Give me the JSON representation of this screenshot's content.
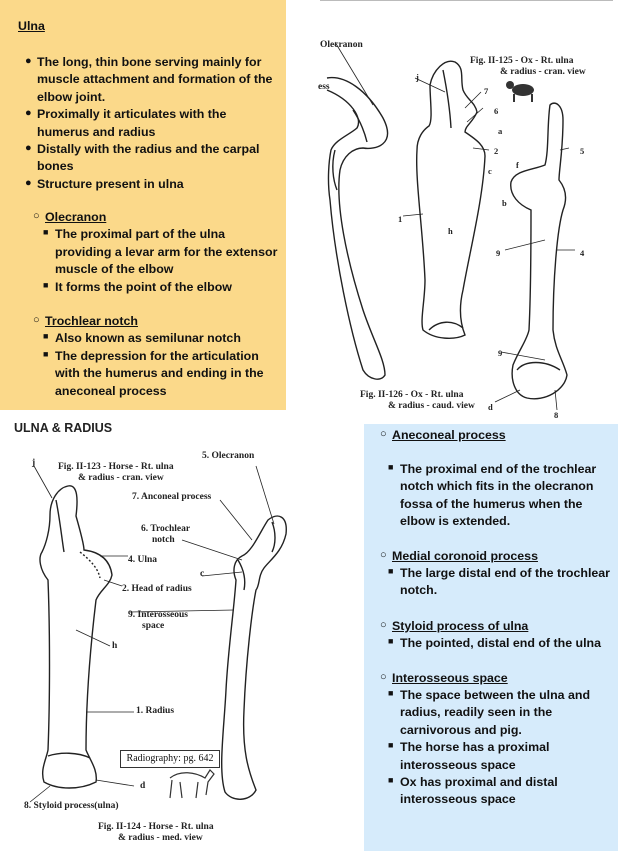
{
  "left_panel": {
    "title": "Ulna",
    "bullets": [
      [
        "The long, thin bone serving mainly for",
        "muscle attachment and formation of the",
        "elbow joint."
      ],
      [
        "Proximally it articulates with the",
        "humerus and radius"
      ],
      [
        "Distally with the radius and the carpal",
        "bones"
      ],
      [
        "Structure present in ulna"
      ]
    ],
    "olecranon": {
      "heading": "Olecranon",
      "items": [
        [
          "The proximal part of the ulna",
          "providing a levar arm for the extensor",
          "muscle of the elbow"
        ],
        [
          "It forms the point of the elbow"
        ]
      ]
    },
    "trochlear": {
      "heading": "Trochlear notch",
      "items": [
        [
          "Also known as semilunar notch"
        ],
        [
          "The depression for the articulation",
          "with the humerus and ending in the",
          "aneconeal process"
        ]
      ]
    }
  },
  "right_panel": {
    "sections": [
      {
        "heading": "Aneconeal process",
        "items": [
          [
            "The proximal end of the trochlear",
            "notch which fits in the olecranon",
            "fossa of the humerus when the",
            "elbow is extended."
          ]
        ]
      },
      {
        "heading": "Medial coronoid process",
        "items": [
          [
            "The large distal end of the trochlear",
            "notch."
          ]
        ]
      },
      {
        "heading": "Styloid process of ulna",
        "items": [
          [
            "The pointed, distal end of the ulna"
          ]
        ]
      },
      {
        "heading": "Interosseous space",
        "items": [
          [
            "The space between the ulna and",
            "radius, readily seen in the",
            "carnivorous and pig."
          ],
          [
            "The horse has a proximal",
            "interosseous space"
          ],
          [
            "Ox has proximal and distal",
            "interosseous space"
          ]
        ]
      }
    ]
  },
  "ox_figure": {
    "label_olecranon": "Olecranon",
    "label_ess": "ess",
    "caption_125": [
      "Fig. II-125 - Ox - Rt. ulna",
      "& radius - cran. view"
    ],
    "caption_126": [
      "Fig. II-126 - Ox - Rt. ulna",
      "& radius - caud. view"
    ],
    "letters": [
      "j",
      "7",
      "6",
      "a",
      "2",
      "c",
      "1",
      "h",
      "5",
      "f",
      "b",
      "9",
      "4",
      "9",
      "d",
      "8"
    ]
  },
  "horse_figure": {
    "title": "ULNA & RADIUS",
    "caption_123": [
      "Fig. II-123 - Horse - Rt. ulna",
      "& radius - cran. view"
    ],
    "caption_124": [
      "Fig. II-124 - Horse - Rt. ulna",
      "& radius - med. view"
    ],
    "labels": {
      "olecranon": "5. Olecranon",
      "anconeal": "7. Anconeal process",
      "trochlear": [
        "6. Trochlear",
        "notch"
      ],
      "ulna": "4. Ulna",
      "head": "2. Head of radius",
      "interosseous": [
        "9. Interosseous",
        "space"
      ],
      "radius": "1. Radius",
      "styloid": "8. Styloid process(ulna)",
      "j": "j",
      "h": "h",
      "c": "c",
      "d": "d"
    },
    "radiography": "Radiography: pg. 642"
  }
}
